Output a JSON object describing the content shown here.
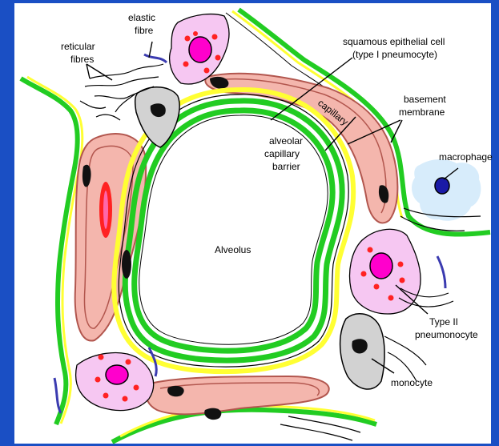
{
  "colors": {
    "frame": "#1a4fc4",
    "panel": "#ffffff",
    "green_membrane": "#22cc22",
    "yellow_basement": "#ffff33",
    "capillary_fill": "#f4b6ad",
    "capillary_outline": "#b2564e",
    "pneumocyte_pink": "#f6c7f2",
    "nucleus_magenta": "#ff00cc",
    "red_dot": "#ff2222",
    "macrophage_blue": "#d7ecfb",
    "macrophage_nucleus": "#1a1aa6",
    "gray_cell": "#d2d2d2",
    "fibre_blue": "#3b3bb0"
  },
  "labels": {
    "elastic_fibre": [
      "elastic",
      "fibre"
    ],
    "reticular_fibres": [
      "reticular",
      "fibres"
    ],
    "squamous": [
      "squamous epithelial cell",
      "(type I pneumocyte)"
    ],
    "basement": [
      "basement",
      "membrane"
    ],
    "capillary": "capillary",
    "barrier": [
      "alveolar",
      "capillary",
      "barrier"
    ],
    "macrophage": "macrophage",
    "alveolus": "Alveolus",
    "type2": [
      "Type II",
      "pneumonocyte"
    ],
    "monocyte": "monocyte"
  },
  "icons": {
    "pneumocyte": "pneumocyte-cell-icon",
    "macrophage": "macrophage-cell-icon",
    "monocyte": "monocyte-cell-icon",
    "red_cell": "erythrocyte-icon"
  }
}
